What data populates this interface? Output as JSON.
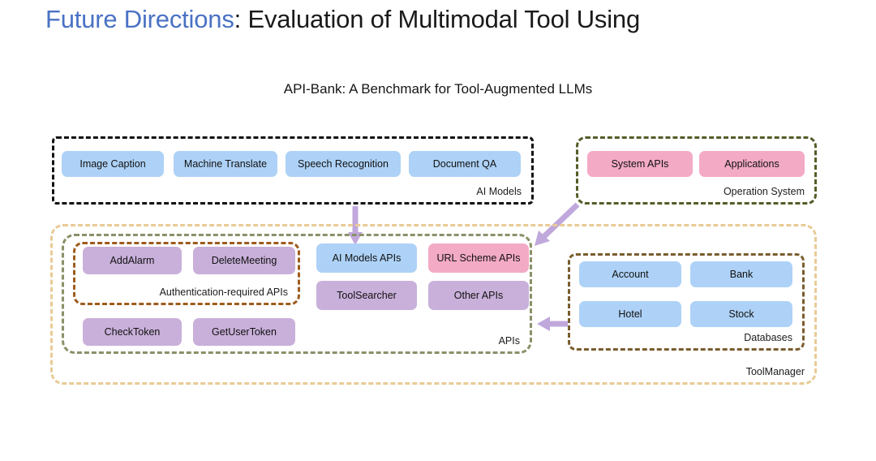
{
  "slide": {
    "title_accent": "Future Directions",
    "title_rest": ": Evaluation of Multimodal Tool Using",
    "figure_title": "API-Bank: A Benchmark for Tool-Augmented LLMs"
  },
  "colors": {
    "title_accent": "#4a72c4",
    "chip_blue": "#aed2f7",
    "chip_pink": "#f3aac5",
    "chip_purple": "#c9b0da",
    "arrow_purple": "#c0a8dc",
    "border_ai_models": "#111111",
    "border_operation_system": "#555c28",
    "border_toolmanager": "#e8cb96",
    "border_apis": "#8a9168",
    "border_auth": "#9e5b1d",
    "border_databases": "#7a5d2e"
  },
  "zones": {
    "ai_models": {
      "label": "AI Models",
      "items": [
        {
          "label": "Image Caption",
          "color": "blue"
        },
        {
          "label": "Machine Translate",
          "color": "blue"
        },
        {
          "label": "Speech Recognition",
          "color": "blue"
        },
        {
          "label": "Document QA",
          "color": "blue"
        }
      ]
    },
    "operation_system": {
      "label": "Operation System",
      "items": [
        {
          "label": "System APIs",
          "color": "pink"
        },
        {
          "label": "Applications",
          "color": "pink"
        }
      ]
    },
    "tool_manager": {
      "label": "ToolManager"
    },
    "apis": {
      "label": "APIs",
      "items": [
        {
          "label": "AI Models APIs",
          "color": "blue"
        },
        {
          "label": "URL Scheme APIs",
          "color": "pink"
        },
        {
          "label": "ToolSearcher",
          "color": "purple"
        },
        {
          "label": "Other APIs",
          "color": "purple"
        },
        {
          "label": "CheckToken",
          "color": "purple"
        },
        {
          "label": "GetUserToken",
          "color": "purple"
        }
      ]
    },
    "auth_apis": {
      "label": "Authentication-required APIs",
      "items": [
        {
          "label": "AddAlarm",
          "color": "purple"
        },
        {
          "label": "DeleteMeeting",
          "color": "purple"
        }
      ]
    },
    "databases": {
      "label": "Databases",
      "items": [
        {
          "label": "Account",
          "color": "blue"
        },
        {
          "label": "Bank",
          "color": "blue"
        },
        {
          "label": "Hotel",
          "color": "blue"
        },
        {
          "label": "Stock",
          "color": "blue"
        }
      ]
    }
  },
  "arrows": [
    {
      "name": "ai-models-to-ai-models-apis",
      "direction": "down"
    },
    {
      "name": "operation-system-to-url-scheme-apis",
      "direction": "down-left"
    },
    {
      "name": "databases-to-apis",
      "direction": "left"
    }
  ]
}
